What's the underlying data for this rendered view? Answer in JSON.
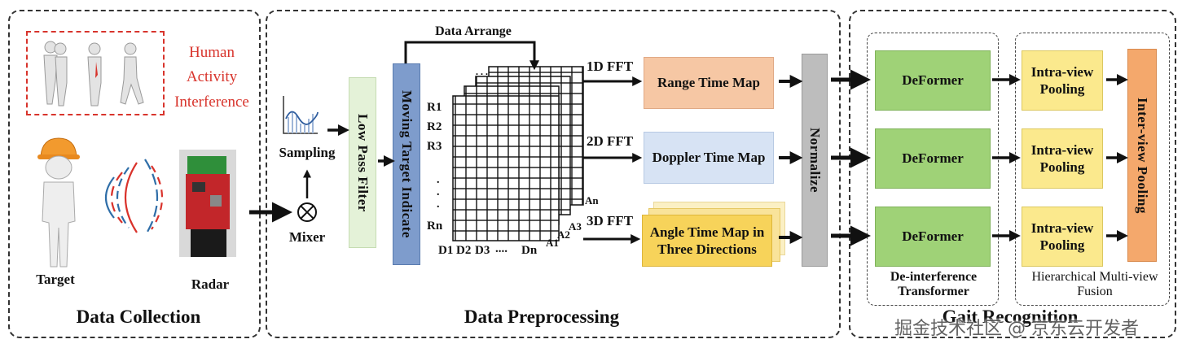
{
  "sections": {
    "collection": "Data Collection",
    "preprocessing": "Data Preprocessing",
    "recognition": "Gait Recognition"
  },
  "collection": {
    "interference_label": "Human Activity Interference",
    "target_label": "Target",
    "radar_label": "Radar"
  },
  "preprocessing": {
    "sampling": "Sampling",
    "mixer": "Mixer",
    "low_pass_filter": "Low Pass Filter",
    "moving_target_indicate": "Moving Target Indicate",
    "data_arrange": "Data Arrange",
    "row_labels": [
      "R1",
      "R2",
      "R3",
      "Rn"
    ],
    "col_labels": [
      "D1",
      "D2",
      "D3",
      "....",
      "Dn"
    ],
    "depth_labels": [
      "A1",
      "A2",
      "A3",
      "An"
    ],
    "fft": [
      "1D FFT",
      "2D FFT",
      "3D FFT"
    ],
    "maps": [
      "Range Time Map",
      "Doppler Time Map",
      "Angle Time Map in Three Directions"
    ],
    "normalize": "Normalize"
  },
  "recognition": {
    "deformer": [
      "DeFormer",
      "DeFormer",
      "DeFormer"
    ],
    "intra_view": [
      "Intra-view Pooling",
      "Intra-view Pooling",
      "Intra-view Pooling"
    ],
    "inter_view": "Inter-view Pooling",
    "deinterference_caption": "De-interference Transformer",
    "hierarchical_caption": "Hierarchical Multi-view Fusion"
  },
  "watermark": "掘金技术社区 @ 京东云开发者",
  "colors": {
    "interference_red": "#d8342c",
    "filter_green": "#e4f2d8",
    "mti_blue": "#7e9ccc",
    "range_orange": "#f6c7a4",
    "doppler_blue": "#d7e3f4",
    "angle_yellow": "#f7d35a",
    "normalize_gray": "#bdbdbd",
    "deformer_green": "#9fd277",
    "intra_yellow": "#fbe98d",
    "inter_orange": "#f4a86c"
  }
}
